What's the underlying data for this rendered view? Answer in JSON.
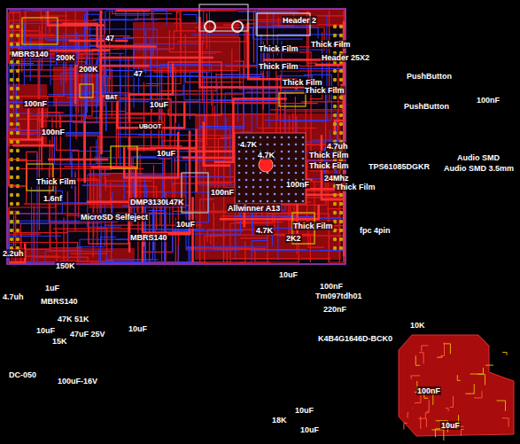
{
  "diagram": {
    "labels": [
      "Header 2",
      "Thick Film",
      "Thick Film",
      "Header 25X2",
      "Thick Film",
      "Thick Film",
      "Thick Film",
      "PushButton",
      "PushButton",
      "100nF",
      "MBRS140",
      "200K",
      "200K",
      "47",
      "47",
      "100nF",
      "10uF",
      "100nF",
      "4.7K",
      "4.7K",
      "4.7uh",
      "Thick Film",
      "Thick Film",
      "TPS61085DGKR",
      "Audio SMD",
      "Audio SMD 3.5mm",
      "24Mhz",
      "Thick Film",
      "100nF",
      "10uF",
      "Thick Film",
      "1.6nf",
      "DMP3130L",
      "47K",
      "Allwinner A13",
      "100nF",
      "MicroSD Selfeject",
      "MBRS140",
      "10uF",
      "4.7K",
      "Thick Film",
      "2K2",
      "fpc 4pin",
      "150K",
      "10uF",
      "Tm097tdh01",
      "K4B4G1646D-BCK0",
      "10K",
      "100nF",
      "10uF",
      "DC-050",
      "100uF-16V",
      "18K",
      "10uF",
      "10uF",
      "10uF",
      "15K",
      "47uF 25V",
      "10uF",
      "1uF",
      "MBRS140",
      "4.7uh",
      "2.2uh",
      "47K 51K",
      "100nF",
      "220nF",
      "BAT",
      "UBOOT"
    ]
  }
}
